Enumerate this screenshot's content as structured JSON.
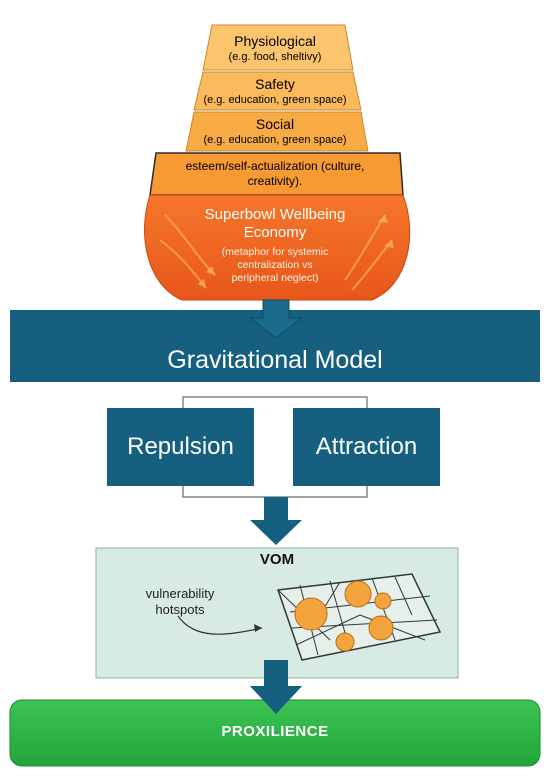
{
  "pyramid": {
    "tier1": {
      "title": "Physiological",
      "subtitle": "(e.g. food, sheltivy)"
    },
    "tier2": {
      "title": "Safety",
      "subtitle": "(e.g. education, green space)"
    },
    "tier3": {
      "title": "Social",
      "subtitle": "(e.g. education, green space)"
    },
    "tier4": {
      "line1": "esteem/self-actualization (culture,",
      "line2": "creativity)."
    },
    "bowl": {
      "title_line1": "Superbowl Wellbeing",
      "title_line2": "Economy",
      "sub_line1": "(metaphor for systemic",
      "sub_line2": "centralization vs",
      "sub_line3": "peripheral neglect)"
    }
  },
  "gravitational_model": {
    "label": "Gravitational Model"
  },
  "forces": {
    "repulsion": "Repulsion",
    "attraction": "Attraction"
  },
  "vom": {
    "title": "VOM",
    "annotation_line1": "vulnerability",
    "annotation_line2": "hotspots"
  },
  "outcome": {
    "label": "PROXILIENCE"
  },
  "colors": {
    "navy": "#165f7f",
    "tier_light": "#fbc46d",
    "tier_orange": "#f7a23a",
    "bowl_orange": "#ee6a1d",
    "vom_bg": "#d7ebe4",
    "hotspot": "#f4a43c",
    "green": "#2fb74a"
  }
}
